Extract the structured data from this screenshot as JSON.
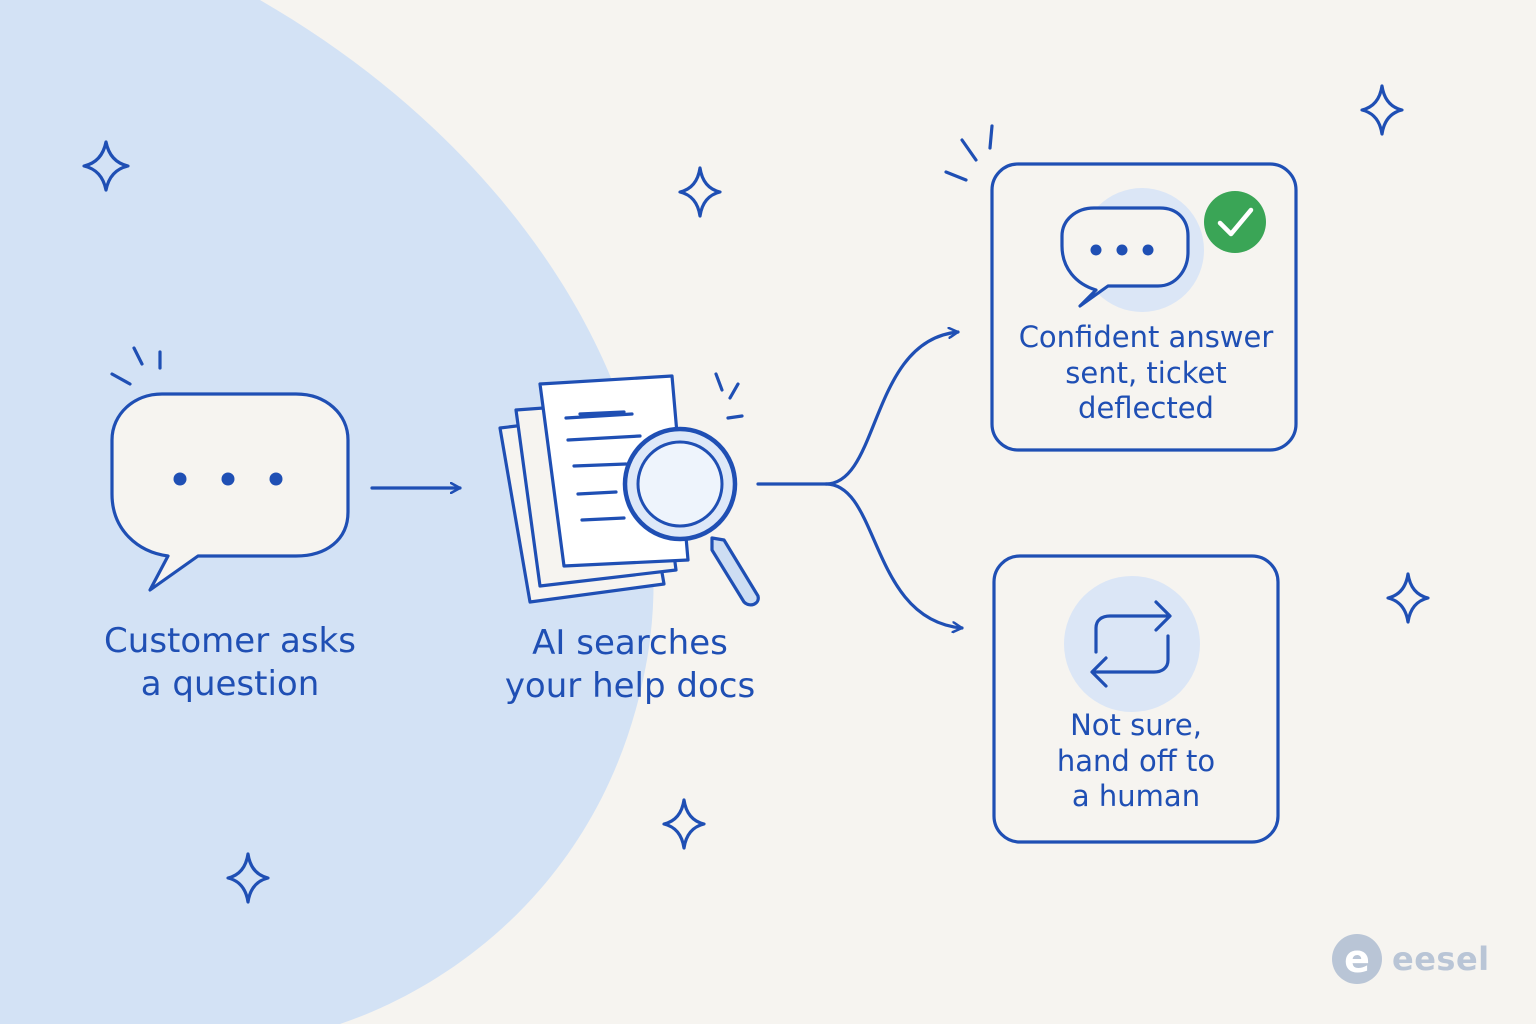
{
  "colors": {
    "ink": "#1f4fb4",
    "background": "#f6f4f0",
    "highlight": "#d3e2f5",
    "check": "#3aa556",
    "brand": "#b9c5d6"
  },
  "steps": [
    {
      "lines": [
        "Customer asks",
        "a question"
      ],
      "icon": "chat-bubble-icon"
    },
    {
      "lines": [
        "AI searches",
        "your help docs"
      ],
      "icon": "document-search-icon"
    }
  ],
  "outcomes": [
    {
      "lines": [
        "Confident answer",
        "sent, ticket",
        "deflected"
      ],
      "icon": "chat-bubble-check-icon"
    },
    {
      "lines": [
        "Not sure,",
        "hand off to",
        "a human"
      ],
      "icon": "handoff-arrows-icon"
    }
  ],
  "brand": {
    "mark": "e",
    "name": "eesel"
  }
}
